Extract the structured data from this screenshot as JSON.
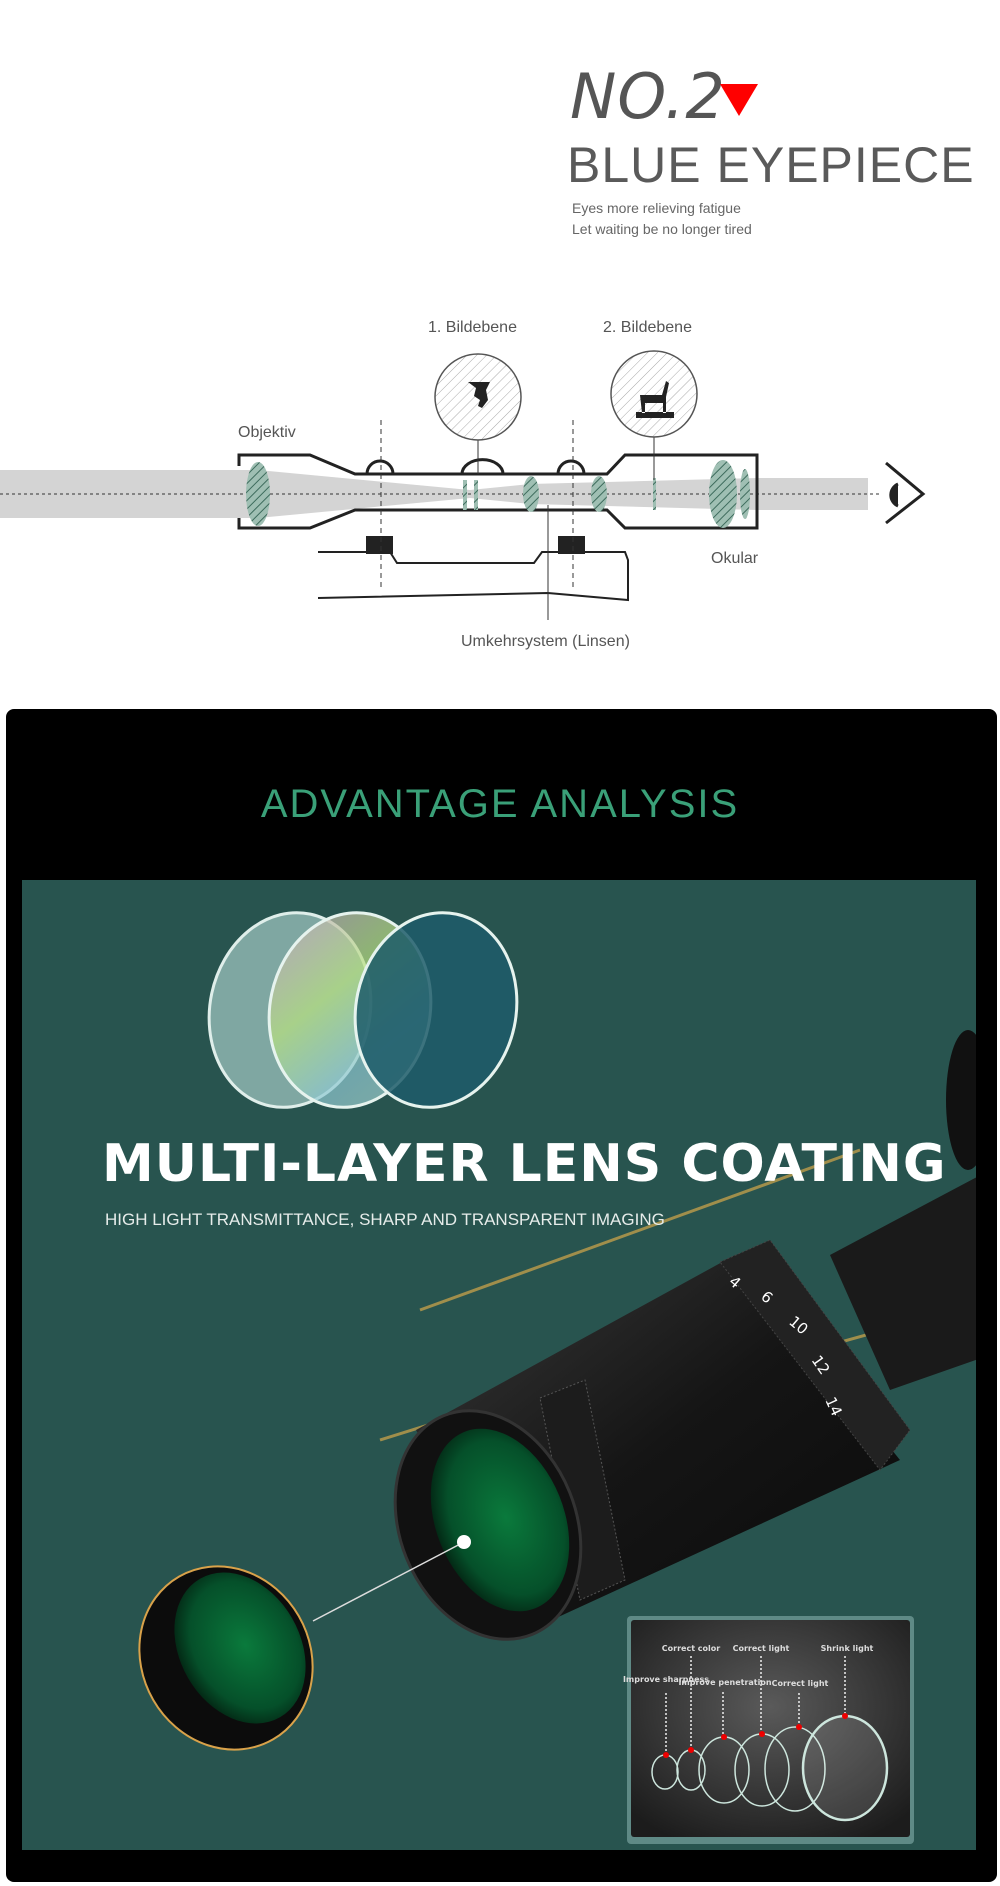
{
  "header": {
    "number": "NO.2",
    "title": "BLUE EYEPIECE",
    "subtitles": [
      "Eyes more relieving fatigue",
      "Let waiting be no longer tired"
    ],
    "accent_color": "#ff0000"
  },
  "diagram": {
    "labels": {
      "first_image_plane": "1. Bildebene",
      "second_image_plane": "2. Bildebene",
      "objective": "Objektiv",
      "eyepiece": "Okular",
      "erector": "Umkehrsystem (Linsen)"
    }
  },
  "advantage": {
    "heading": "ADVANTAGE ANALYSIS",
    "heading_color": "#3aa078",
    "title": "MULTI-LAYER LENS COATING",
    "subtitle": "HIGH LIGHT TRANSMITTANCE, SHARP AND TRANSPARENT IMAGING",
    "dial_numbers": [
      "4",
      "6",
      "10",
      "12",
      "14"
    ],
    "inset_labels": [
      "Improve sharpness",
      "Correct color",
      "Improve penetration",
      "Correct light",
      "Correct light",
      "Shrink light"
    ]
  }
}
